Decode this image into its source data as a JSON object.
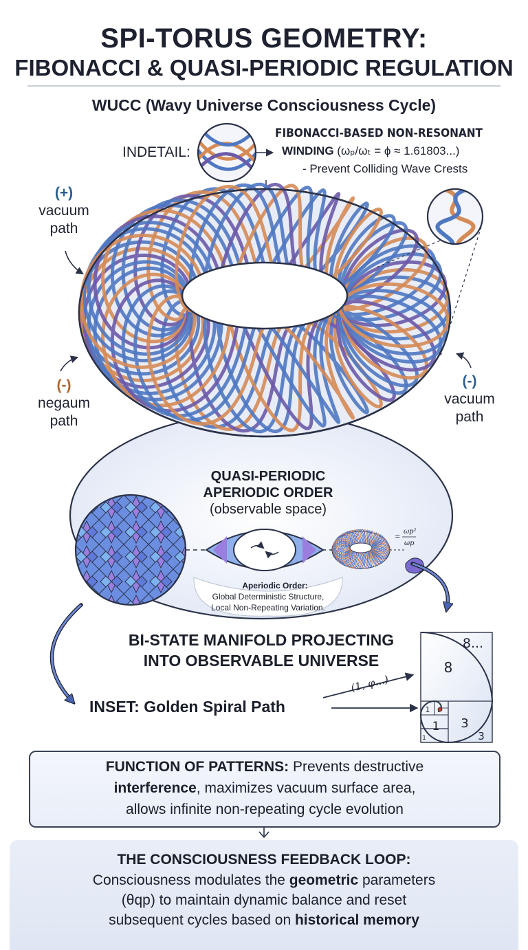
{
  "title": {
    "line1": "SPI-TORUS GEOMETRY:",
    "line2": "FIBONACCI & QUASI-PERIODIC REGULATION"
  },
  "subtitle": "WUCC (Wavy Universe Consciousness Cycle)",
  "detail": {
    "label": "INDETAIL:",
    "heading": "FIBONACCI-BASED NON-RESONANT",
    "winding_word": "WINDING",
    "winding_formula": "(ωₚ/ωₜ = ϕ ≈ 1.61803...)",
    "note": "- Prevent Colliding Wave Crests"
  },
  "paths": {
    "top_left": {
      "sign": "(+)",
      "line1": "vacuum",
      "line2": "path"
    },
    "bottom_left": {
      "sign": "(-)",
      "line1": "negaum",
      "line2": "path"
    },
    "right": {
      "sign": "(-)",
      "line1": "vacuum",
      "line2": "path"
    }
  },
  "quasi": {
    "line1": "QUASI-PERIODIC",
    "line2": "APERIODIC ORDER",
    "line3": "(observable space)",
    "formula_eq": "=",
    "formula_num": "ωp²",
    "formula_den": "ωp"
  },
  "aperiodic": {
    "heading": "Aperiodic Order:",
    "line1": "Global Deterministic Structure,",
    "line2": "Local Non-Repeating Variation."
  },
  "bistate": {
    "line1": "BI-STATE MANIFOLD PROJECTING",
    "line2": "INTO OBSERVABLE UNIVERSE"
  },
  "inset": {
    "label": "INSET: Golden Spiral Path",
    "arrow_label": "(1, φ...)"
  },
  "spiral": {
    "labels": [
      "8...",
      "8",
      "3",
      "1",
      "1",
      "3",
      "1"
    ]
  },
  "function_box": {
    "heading": "FUNCTION OF PATTERNS:",
    "text1": "Prevents destructive",
    "bold1": "interference",
    "text2": ", maximizes vacuum surface area,",
    "text3": "allows infinite non-repeating cycle evolution"
  },
  "feedback": {
    "heading": "THE CONSCIOUSNESS FEEDBACK LOOP:",
    "l2a": "Consciousness modulates the ",
    "l2b": "geometric",
    "l2c": " parameters",
    "l3": "(θqp) to maintain dynamic balance and reset",
    "l4a": "subsequent cycles based on ",
    "l4b": "historical memory"
  },
  "colors": {
    "blue_strand": "#4f78c2",
    "orange_strand": "#d58b57",
    "purple_strand": "#6b5aa8",
    "ink": "#1e2230"
  }
}
